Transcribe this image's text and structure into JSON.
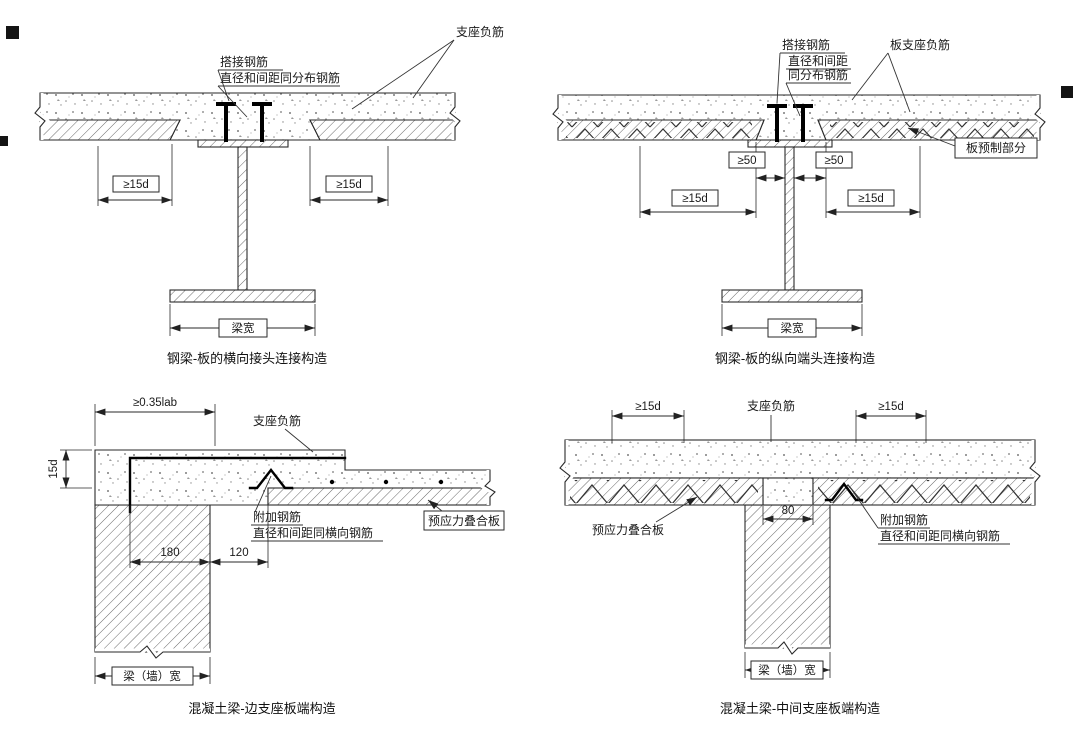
{
  "diagrams": {
    "top_left": {
      "caption": "钢梁-板的横向接头连接构造",
      "labels": {
        "lap_rebar": "搭接钢筋",
        "lap_rebar_note": "直径和间距同分布钢筋",
        "support_negative_rebar": "支座负筋",
        "dim_15d_left": "≥15d",
        "dim_15d_right": "≥15d",
        "beam_width": "梁宽"
      }
    },
    "top_right": {
      "caption": "钢梁-板的纵向端头连接构造",
      "labels": {
        "lap_rebar": "搭接钢筋",
        "lap_rebar_note_line1": "直径和间距",
        "lap_rebar_note_line2": "同分布钢筋",
        "slab_support_negative_rebar": "板支座负筋",
        "precast_part": "板预制部分",
        "dim_50_left": "≥50",
        "dim_50_right": "≥50",
        "dim_15d_left": "≥15d",
        "dim_15d_right": "≥15d",
        "beam_width": "梁宽"
      }
    },
    "bottom_left": {
      "caption": "混凝土梁-边支座板端构造",
      "labels": {
        "dim_anchorage": "≥0.35lab",
        "support_negative_rebar": "支座负筋",
        "dim_15d": "15d",
        "additional_rebar": "附加钢筋",
        "additional_rebar_note": "直径和间距同横向钢筋",
        "prestressed_composite_slab": "预应力叠合板",
        "dim_180": "180",
        "dim_120": "120",
        "beam_wall_width": "梁（墙）宽"
      }
    },
    "bottom_right": {
      "caption": "混凝土梁-中间支座板端构造",
      "labels": {
        "dim_15d_left": "≥15d",
        "support_negative_rebar": "支座负筋",
        "dim_15d_right": "≥15d",
        "prestressed_composite_slab": "预应力叠合板",
        "additional_rebar": "附加钢筋",
        "additional_rebar_note": "直径和间距同横向钢筋",
        "dim_80": "80",
        "beam_wall_width": "梁（墙）宽"
      }
    }
  }
}
